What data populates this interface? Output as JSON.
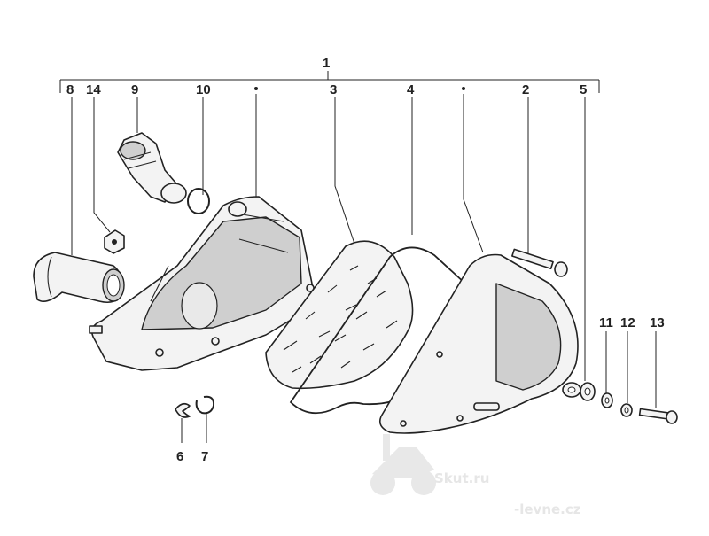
{
  "diagram": {
    "callouts": {
      "n1": "1",
      "n2": "2",
      "n3": "3",
      "n4": "4",
      "n5": "5",
      "n6": "6",
      "n7": "7",
      "n8": "8",
      "n9": "9",
      "n10": "10",
      "n11": "11",
      "n12": "12",
      "n13": "13",
      "n14": "14"
    }
  },
  "watermark": {
    "brand": "Skut.ru",
    "domain": "-levne.cz"
  }
}
